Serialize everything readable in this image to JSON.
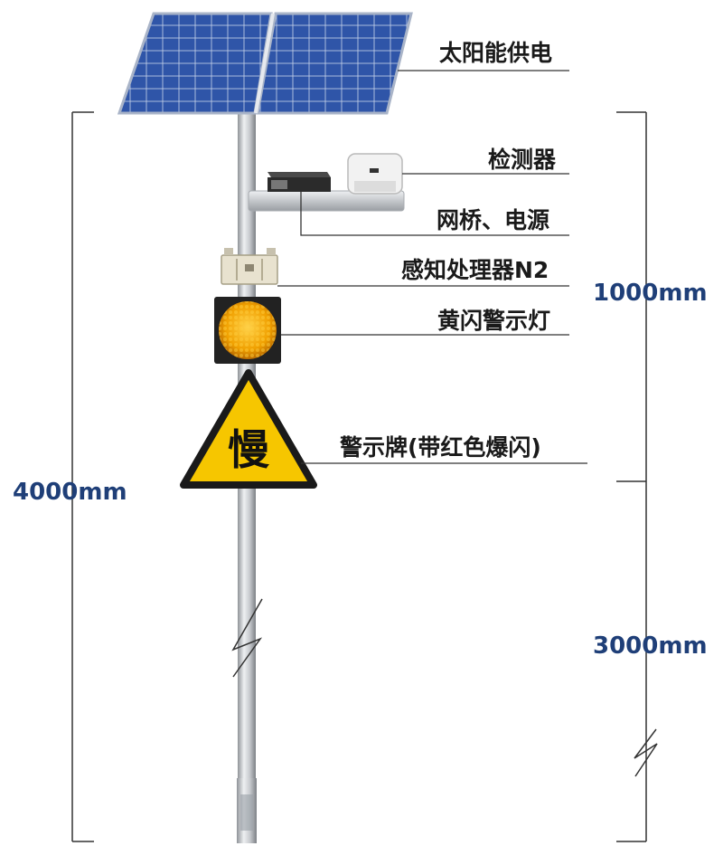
{
  "labels": {
    "solar": "太阳能供电",
    "detector": "检测器",
    "bridge_power": "网桥、电源",
    "processor": "感知处理器N2",
    "flash_light": "黄闪警示灯",
    "sign_board": "警示牌(带红色爆闪)"
  },
  "sign": {
    "character": "慢"
  },
  "dimensions": {
    "total": "4000mm",
    "upper": "1000mm",
    "lower": "3000mm"
  },
  "colors": {
    "dimension_text": "#1f3f78",
    "label_text": "#1a1a1a",
    "sign_yellow": "#f6c600",
    "lamp_amber": "#f0a000",
    "solar_blue": "#2b4f9e"
  }
}
